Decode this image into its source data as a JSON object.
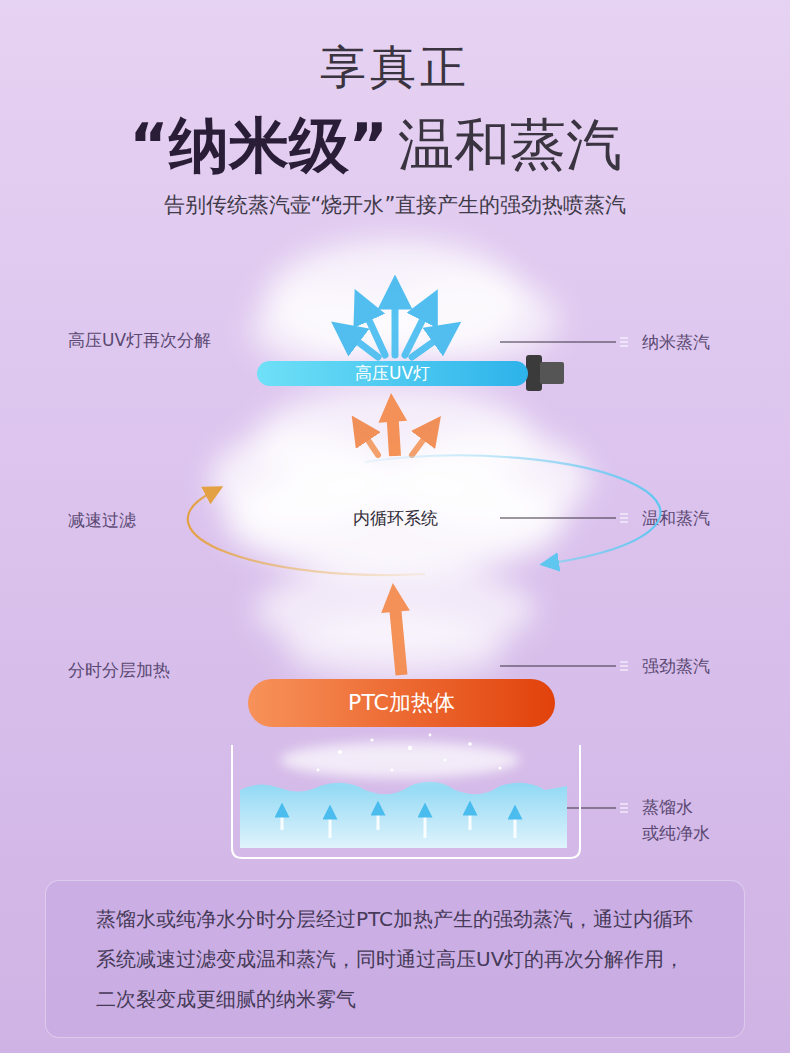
{
  "diagram": {
    "title": "享真正",
    "caption": "蒸馏水或纯净水分时分层经过PTC加热产生的强劲蒸汽，通过内循环系统减速过滤变成温和蒸汽，同时通过高压UV灯的再次分解作用，二次裂变成更细腻的纳米雾气",
    "nodes": [
      {
        "text": [
          "高压UV灯"
        ]
      },
      {
        "text": [
          "内循环系统"
        ]
      },
      {
        "text": [
          "PTC加热体"
        ]
      }
    ],
    "edges": [
      {
        "from": 2,
        "to": 1,
        "arrow": "to"
      },
      {
        "from": 1,
        "to": 0,
        "arrow": "to"
      }
    ],
    "labels": [
      "“纳米级”",
      "温和蒸汽",
      "告别传统蒸汽壶“烧开水”直接产生的强劲热喷蒸汽",
      "高压UV灯再次分解",
      "纳米蒸汽",
      "减速过滤",
      "温和蒸汽",
      "分时分层加热",
      "强劲蒸汽",
      "蒸馏水 或纯净水"
    ]
  }
}
